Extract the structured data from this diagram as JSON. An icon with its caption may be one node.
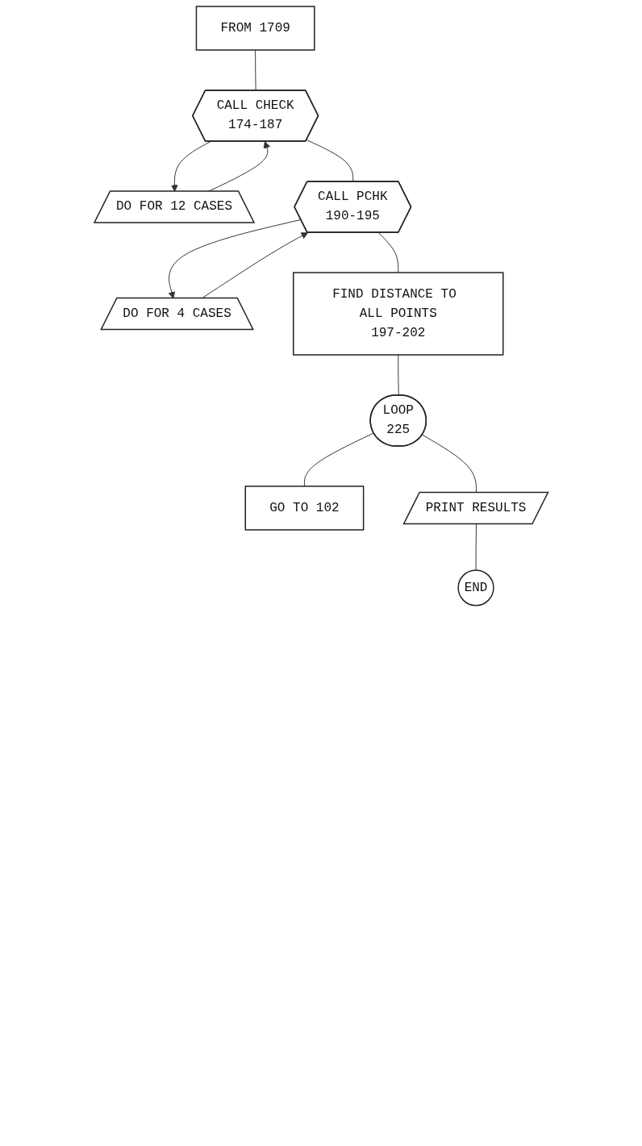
{
  "diagram": {
    "nodes": [
      {
        "text": [
          "FROM 1709"
        ]
      },
      {
        "text": [
          "CALL CHECK",
          "174-187"
        ]
      },
      {
        "text": [
          "DO FOR 12 CASES"
        ]
      },
      {
        "text": [
          "CALL PCHK",
          "190-195"
        ]
      },
      {
        "text": [
          "DO FOR 4 CASES"
        ]
      },
      {
        "text": [
          "FIND DISTANCE TO ALL POINTS",
          "197-202"
        ]
      },
      {
        "text": [
          "GO TO 102"
        ]
      },
      {
        "text": [
          "LOOP",
          "225"
        ]
      },
      {
        "text": [
          "PRINT RESULTS"
        ]
      },
      {
        "text": [
          "END"
        ]
      }
    ],
    "edges": [
      {
        "from": 0,
        "to": 1,
        "arrow": "none"
      },
      {
        "from": 1,
        "to": 2,
        "arrow": "to"
      },
      {
        "from": 2,
        "to": 1,
        "arrow": "to"
      },
      {
        "from": 1,
        "to": 3,
        "arrow": "none"
      },
      {
        "from": 3,
        "to": 4,
        "arrow": "to"
      },
      {
        "from": 4,
        "to": 3,
        "arrow": "to"
      },
      {
        "from": 3,
        "to": 5,
        "arrow": "none"
      },
      {
        "from": 5,
        "to": 7,
        "arrow": "none"
      },
      {
        "from": 7,
        "to": 6,
        "arrow": "none"
      },
      {
        "from": 7,
        "to": 8,
        "arrow": "none"
      },
      {
        "from": 8,
        "to": 9,
        "arrow": "none"
      }
    ]
  }
}
